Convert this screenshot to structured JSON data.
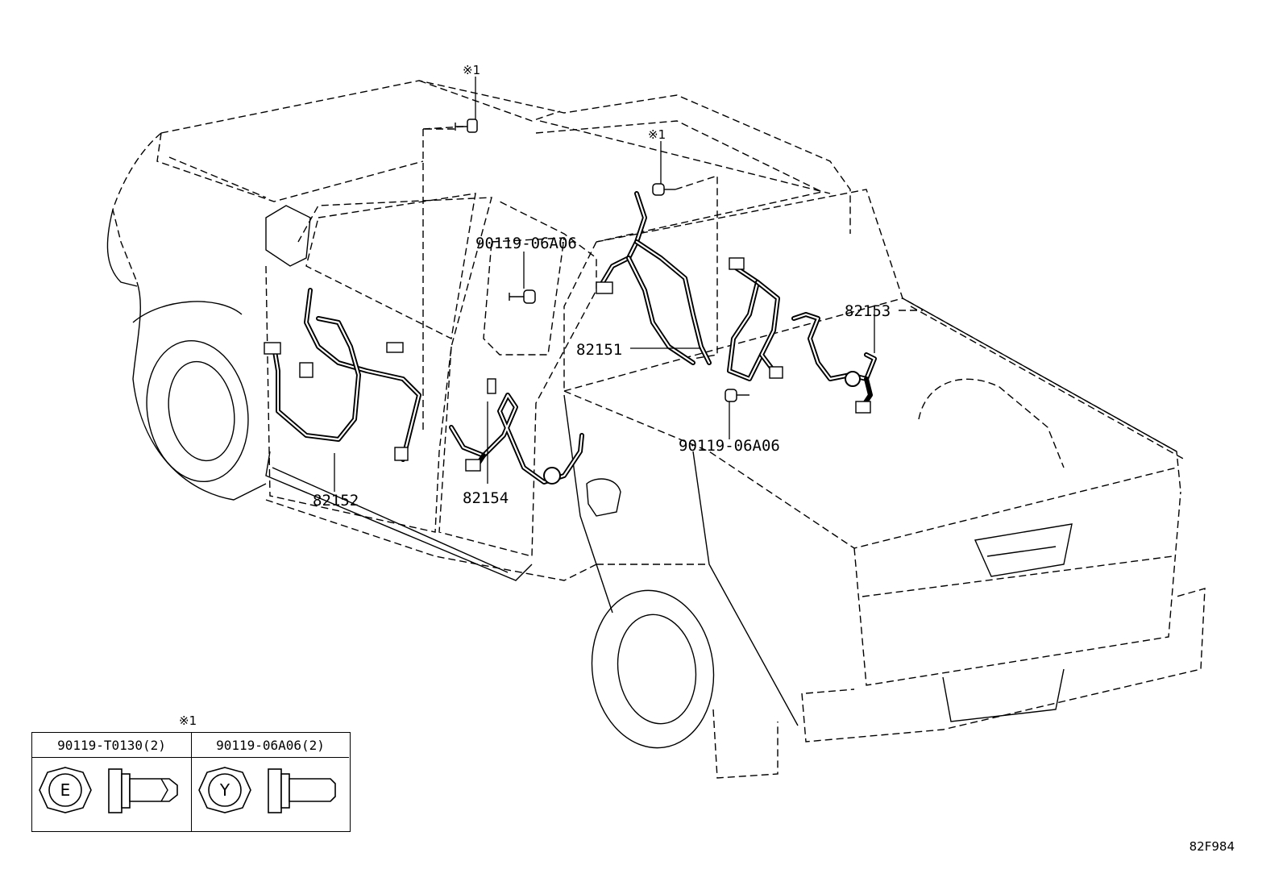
{
  "drawing_number": "82F984",
  "note_mark": "※1",
  "callouts": {
    "c82151": "82151",
    "c82152": "82152",
    "c82153": "82153",
    "c82154": "82154",
    "bolt_upper": "90119-06A06",
    "bolt_lower": "90119-06A06"
  },
  "legend": {
    "note": "※1",
    "columns": [
      {
        "part": "90119-T0130(2)",
        "head_mark": "E"
      },
      {
        "part": "90119-06A06(2)",
        "head_mark": "Y"
      }
    ]
  }
}
